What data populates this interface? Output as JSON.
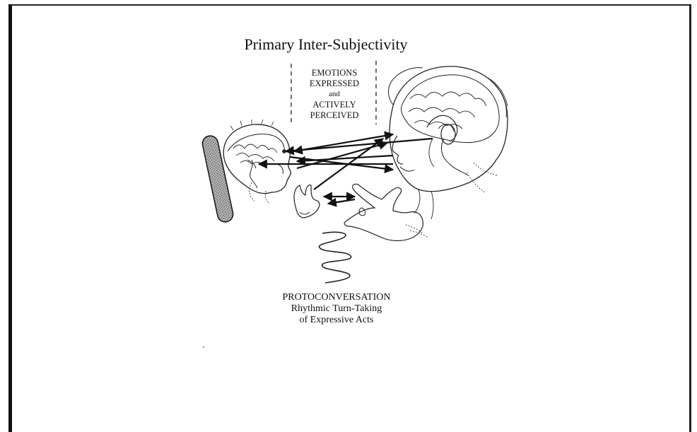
{
  "title": "Primary Inter-Subjectivity",
  "emotions": {
    "line1": "EMOTIONS",
    "line2": "EXPRESSED",
    "line3": "and",
    "line4": "ACTIVELY",
    "line5": "PERCEIVED"
  },
  "protoconversation": {
    "line1": "PROTOCONVERSATION",
    "line2": "Rhythmic Turn-Taking",
    "line3": "of Expressive Acts"
  },
  "figures": {
    "infant_head": "infant-brain-profile",
    "adult_head": "adult-brain-profile",
    "support": "infant-seat-bar"
  }
}
